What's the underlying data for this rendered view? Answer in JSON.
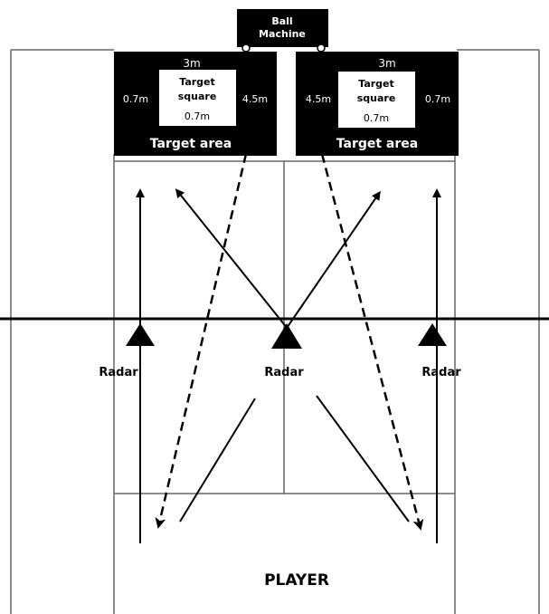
{
  "ball_machine": {
    "line1": "Ball",
    "line2": "Machine"
  },
  "target_area_left": {
    "top_dim": "3m",
    "left_dim": "0.7m",
    "right_dim": "4.5m",
    "square_line1": "Target",
    "square_line2": "square",
    "bottom_dim": "0.7m",
    "label": "Target area"
  },
  "target_area_right": {
    "top_dim": "3m",
    "left_dim": "4.5m",
    "right_dim": "0.7m",
    "square_line1": "Target",
    "square_line2": "square",
    "bottom_dim": "0.7m",
    "label": "Target area"
  },
  "radars": [
    {
      "label": "Radar"
    },
    {
      "label": "Radar"
    },
    {
      "label": "Radar"
    }
  ],
  "player_label": "PLAYER"
}
